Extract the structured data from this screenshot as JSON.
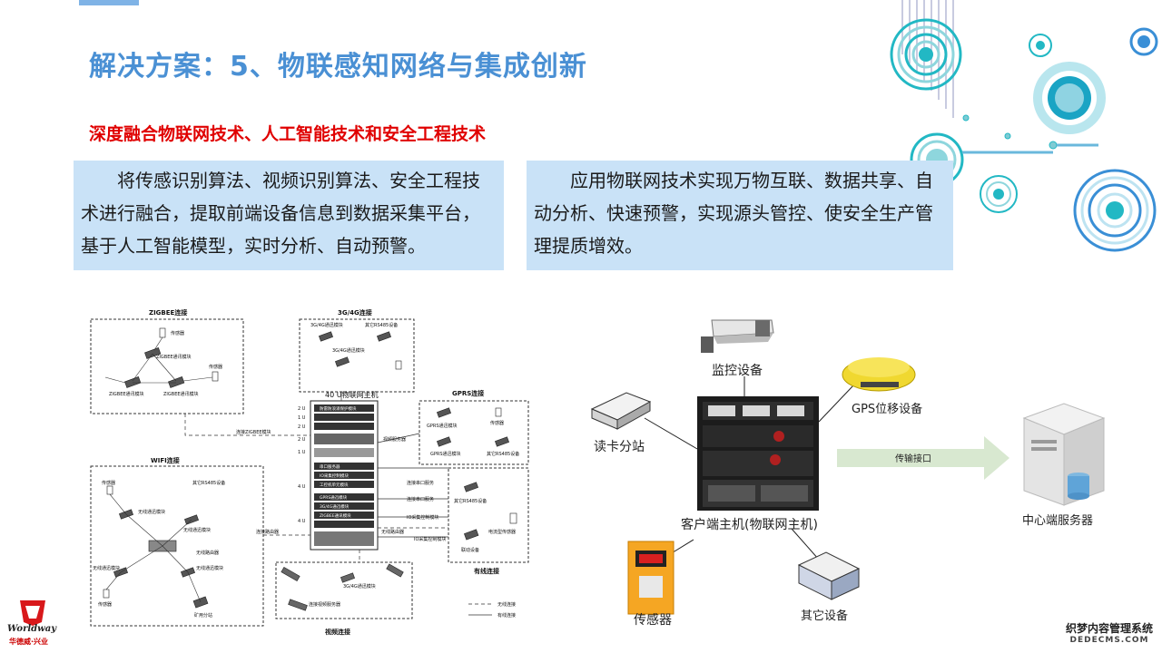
{
  "slide": {
    "title": "解决方案：5、物联感知网络与集成创新",
    "subtitle": "深度融合物联网技术、人工智能技术和安全工程技术",
    "box_left": "将传感识别算法、视频识别算法、安全工程技术进行融合，提取前端设备信息到数据采集平台，基于人工智能模型，实时分析、自动预警。",
    "box_right": "应用物联网技术实现万物互联、数据共享、自动分析、快速预警，实现源头管控、使安全生产管理提质增效。"
  },
  "left_diagram": {
    "zigbee_group": "ZIGBEE连接",
    "zigbee_sensor": "传感器",
    "zigbee_module": "ZIGBEE通讯模块",
    "wifi_group": "WIFI连接",
    "wifi_sensor": "传感器",
    "wifi_other": "其它RS485设备",
    "wifi_module": "无线通迅模块",
    "wifi_router": "无线路由器",
    "wifi_reader": "矿用分站",
    "g34_group": "3G/4G连接",
    "g34_module": "3G/4G通迅模块",
    "g34_other": "其它RS485设备",
    "host": "40 U物联网主机",
    "gprs_group": "GPRS连接",
    "gprs_module": "GPRS通迅模块",
    "gprs_sensor": "传感器",
    "gprs_other": "其它RS485设备",
    "video_server": "视频服务器",
    "rack_items": [
      "防雷防浪涌保护模块",
      "串口服务器",
      "IO采集控制模块",
      "工控机单元模块",
      "GPRS通迅模块",
      "3G/4G通迅模块",
      "ZIGBEE通讯模块"
    ],
    "link_serial": "连接串口服务",
    "link_io": "IO采集控制模块",
    "link_router": "无线路由器",
    "link_zigbee": "连接ZIGBEE模块",
    "link_wifi": "连接路由器",
    "wired_group": "有线连接",
    "wired_other": "其它RS485设备",
    "wired_current": "电流型传感器",
    "wired_linkage": "联动设备",
    "video_group": "视频连接",
    "video_module": "3G/4G通迅模块",
    "video_server2": "连接视频服务器",
    "legend_wireless": "无线连接",
    "legend_wired": "有线连接",
    "unit_labels": [
      "2 U",
      "1 U",
      "2 U",
      "2 U",
      "1 U",
      "4 U",
      "4 U"
    ]
  },
  "right_diagram": {
    "camera": "监控设备",
    "gps": "GPS位移设备",
    "reader": "读卡分站",
    "client_host": "客户端主机(物联网主机)",
    "transfer": "传输接口",
    "server": "中心端服务器",
    "sensor": "传感器",
    "other": "其它设备"
  },
  "branding": {
    "logo_en": "Worldway",
    "logo_cn": "华德威·兴业",
    "watermark_line1": "织梦内容管理系统",
    "watermark_line2": "DEDECMS.COM"
  },
  "colors": {
    "title": "#4a90d4",
    "subtitle": "#e00000",
    "box_bg": "#c9e2f7",
    "deco_teal": "#22b8c4",
    "deco_blue": "#3a8fd6"
  }
}
